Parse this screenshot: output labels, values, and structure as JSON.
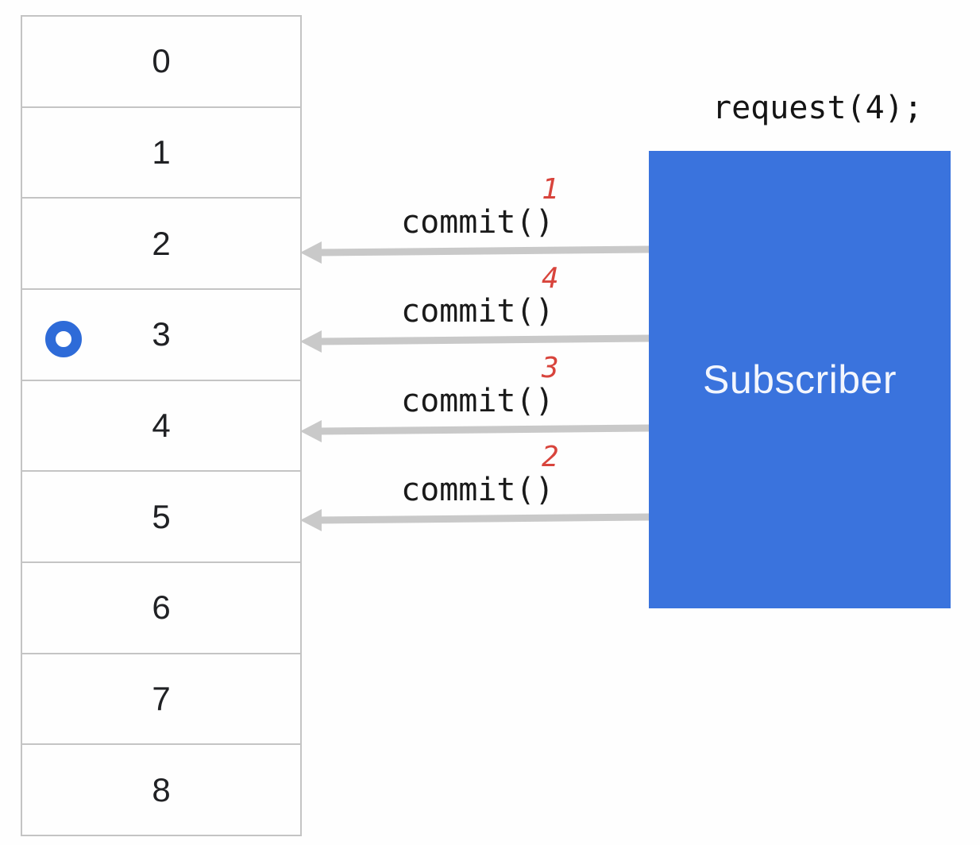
{
  "buffer": {
    "cells": [
      "0",
      "1",
      "2",
      "3",
      "4",
      "5",
      "6",
      "7",
      "8"
    ],
    "marker_cell_index": 3,
    "marker_cell_value": "3"
  },
  "subscriber": {
    "label": "Subscriber",
    "request_label": "request(4);"
  },
  "messages": [
    {
      "label": "commit()",
      "order": "1"
    },
    {
      "label": "commit()",
      "order": "4"
    },
    {
      "label": "commit()",
      "order": "3"
    },
    {
      "label": "commit()",
      "order": "2"
    }
  ],
  "colors": {
    "subscriber_bg": "#3a73dd",
    "subscriber_text": "#f3f6fd",
    "marker_ring": "#2e6bd8",
    "arrow_gray": "#c9c9c9",
    "order_red": "#d8443c",
    "table_border": "#c4c4c4",
    "text_black": "#1a1a1a"
  }
}
